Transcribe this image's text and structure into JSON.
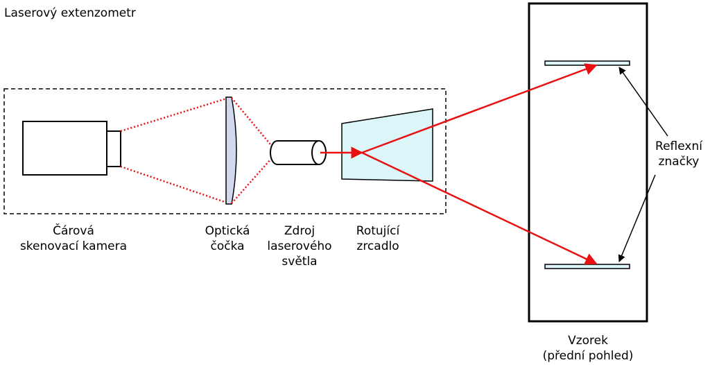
{
  "title": "Laserový extenzometr",
  "labels": {
    "camera": [
      "Čárová",
      "skenovací kamera"
    ],
    "lens": [
      "Optická",
      "čočka"
    ],
    "laser": [
      "Zdroj",
      "laserového",
      "světla"
    ],
    "mirror": [
      "Rotující",
      "zrcadlo"
    ],
    "marks": [
      "Reflexní",
      "značky"
    ],
    "specimen": [
      "Vzorek",
      "(přední pohled)"
    ]
  },
  "colors": {
    "laser_beam": "#e81010",
    "mirror_fill": "#dcf5f8",
    "lens_fill": "#d2d9ef",
    "mark_fill": "#dcf5f8",
    "outline": "#000000"
  }
}
